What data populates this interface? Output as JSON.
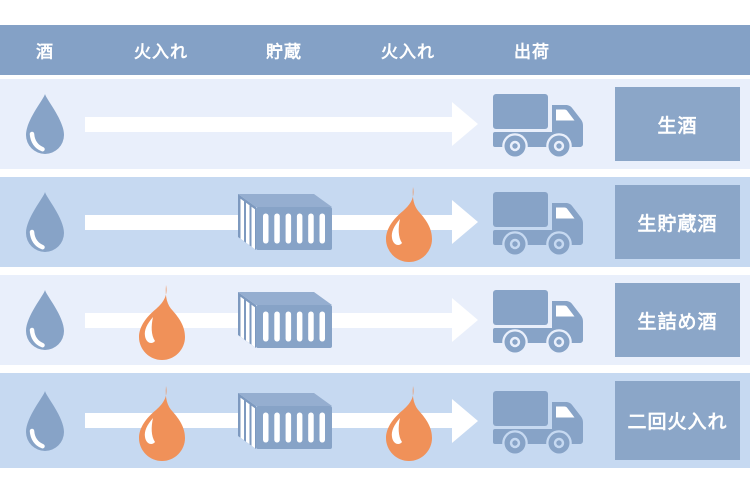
{
  "colors": {
    "page_bg": "#ffffff",
    "header_bg": "#84a1c6",
    "row_light_bg": "#e9effb",
    "row_medium_bg": "#c6d9f1",
    "label_box_bg": "#8ba6c8",
    "icon_blue": "#87a3c7",
    "icon_blue_light": "#95aed0",
    "icon_blue_dark": "#7d99bf",
    "flame_orange": "#f09159",
    "arrow_white": "#ffffff",
    "header_text": "#ffffff",
    "label_text": "#ffffff"
  },
  "header": {
    "columns": [
      {
        "id": "sake",
        "label": "酒"
      },
      {
        "id": "pasteurize-1",
        "label": "火入れ"
      },
      {
        "id": "storage",
        "label": "貯蔵"
      },
      {
        "id": "pasteurize-2",
        "label": "火入れ"
      },
      {
        "id": "shipping",
        "label": "出荷"
      }
    ]
  },
  "rows": [
    {
      "label": "生酒",
      "background": "light",
      "height": 90,
      "steps": {
        "sake_drop": true,
        "pasteurize_1": false,
        "storage": false,
        "pasteurize_2": false,
        "shipping_truck": true
      }
    },
    {
      "label": "生貯蔵酒",
      "background": "medium",
      "height": 90,
      "steps": {
        "sake_drop": true,
        "pasteurize_1": false,
        "storage": true,
        "pasteurize_2": true,
        "shipping_truck": true
      }
    },
    {
      "label": "生詰め酒",
      "background": "light",
      "height": 90,
      "steps": {
        "sake_drop": true,
        "pasteurize_1": true,
        "storage": true,
        "pasteurize_2": false,
        "shipping_truck": true
      }
    },
    {
      "label": "二回火入れ",
      "background": "medium",
      "height": 95,
      "steps": {
        "sake_drop": true,
        "pasteurize_1": true,
        "storage": true,
        "pasteurize_2": true,
        "shipping_truck": true
      }
    }
  ],
  "icons": {
    "drop": "water-drop-icon",
    "flame": "fire-flame-icon",
    "storage": "storage-container-icon",
    "truck": "delivery-truck-icon"
  }
}
